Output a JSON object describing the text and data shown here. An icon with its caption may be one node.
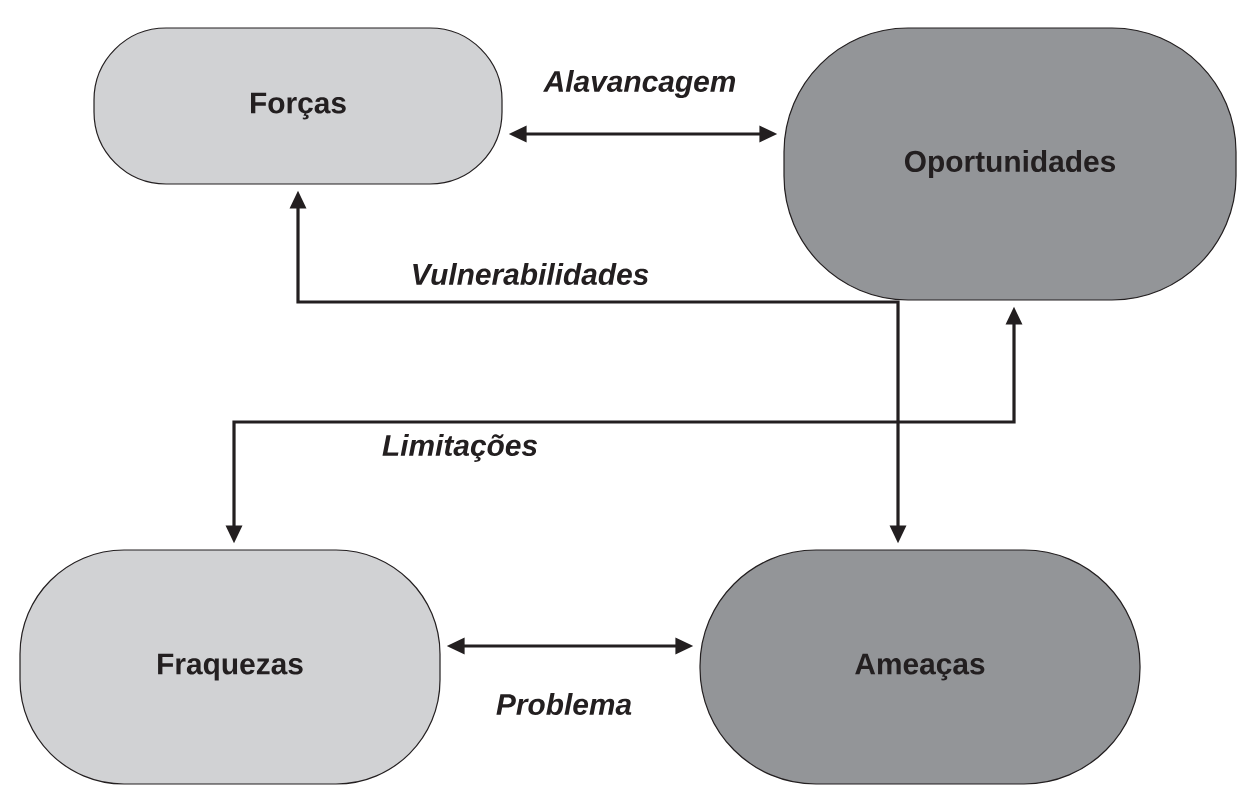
{
  "diagram": {
    "nodes": [
      {
        "text": [
          "Forças"
        ]
      },
      {
        "text": [
          "Oportunidades"
        ]
      },
      {
        "text": [
          "Fraquezas"
        ]
      },
      {
        "text": [
          "Ameaças"
        ]
      }
    ],
    "edges": [
      {
        "from": 0,
        "to": 1,
        "arrow": "both",
        "label": "Alavancagem"
      },
      {
        "from": 0,
        "to": 3,
        "arrow": "both",
        "label": "Vulnerabilidades"
      },
      {
        "from": 1,
        "to": 2,
        "arrow": "both",
        "label": "Limitações"
      },
      {
        "from": 2,
        "to": 3,
        "arrow": "both",
        "label": "Problema"
      }
    ]
  }
}
